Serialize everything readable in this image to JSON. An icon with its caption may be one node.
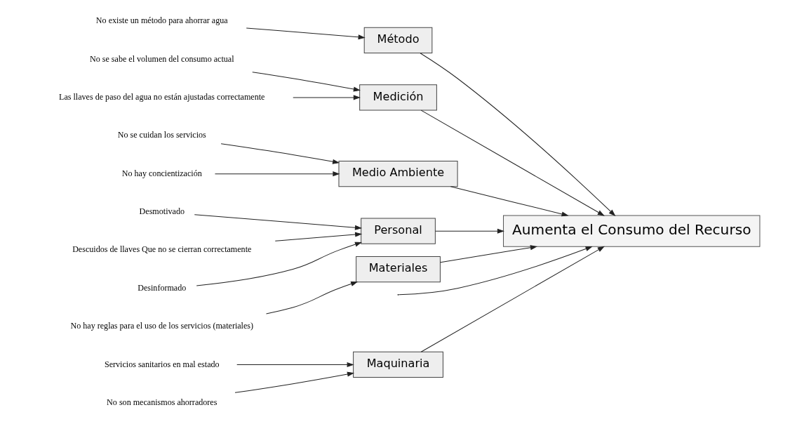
{
  "diagram": {
    "nodes": [
      {
        "text": [
          "Maquinaria"
        ]
      },
      {
        "text": [
          "Método"
        ]
      },
      {
        "text": [
          "Medición"
        ]
      },
      {
        "text": [
          "Servicios sanitarios en mal estado"
        ]
      },
      {
        "text": [
          "No existe un método para ahorrar agua"
        ]
      },
      {
        "text": [
          "No se sabe el volumen del consumo actual"
        ]
      },
      {
        "text": [
          "No son mecanismos ahorradores"
        ]
      },
      {
        "text": [
          "Las llaves de paso del agua no están ajustadas correctamente"
        ]
      },
      {
        "text": [
          "Aumenta el Consumo del Recurso"
        ]
      },
      {
        "text": [
          "Desmotivado"
        ]
      },
      {
        "text": [
          "No se cuidan los servicios"
        ]
      },
      {
        "text": [
          "Descuidos de llaves Que no se cierran correctamente"
        ]
      },
      {
        "text": [
          "No hay concientización"
        ]
      },
      {
        "text": [
          "Desinformado"
        ]
      },
      {
        "text": [
          "No hay reglas para el uso de los servicios (materiales)"
        ]
      },
      {
        "text": [
          "Medio Ambiente"
        ]
      },
      {
        "text": [
          "Personal"
        ]
      },
      {
        "text": [
          "Materiales"
        ]
      }
    ],
    "edges": [
      {
        "from": null,
        "to": 8,
        "arrow": "to"
      },
      {
        "from": 0,
        "to": 8,
        "arrow": "to"
      },
      {
        "from": 1,
        "to": 8,
        "arrow": "to"
      },
      {
        "from": 2,
        "to": 8,
        "arrow": "to"
      },
      {
        "from": 15,
        "to": 8,
        "arrow": "to"
      },
      {
        "from": 16,
        "to": 8,
        "arrow": "to"
      },
      {
        "from": 17,
        "to": 8,
        "arrow": "to"
      },
      {
        "from": 3,
        "to": 0,
        "arrow": "to"
      },
      {
        "from": 6,
        "to": 0,
        "arrow": "to"
      },
      {
        "from": 4,
        "to": 1,
        "arrow": "to"
      },
      {
        "from": 5,
        "to": 2,
        "arrow": "to"
      },
      {
        "from": 7,
        "to": 2,
        "arrow": "to"
      },
      {
        "from": 10,
        "to": 15,
        "arrow": "to"
      },
      {
        "from": 12,
        "to": 15,
        "arrow": "to"
      },
      {
        "from": 9,
        "to": 16,
        "arrow": "to"
      },
      {
        "from": 11,
        "to": 16,
        "arrow": "to"
      },
      {
        "from": 13,
        "to": 16,
        "arrow": "to"
      },
      {
        "from": 14,
        "to": 17,
        "arrow": "to"
      }
    ]
  }
}
